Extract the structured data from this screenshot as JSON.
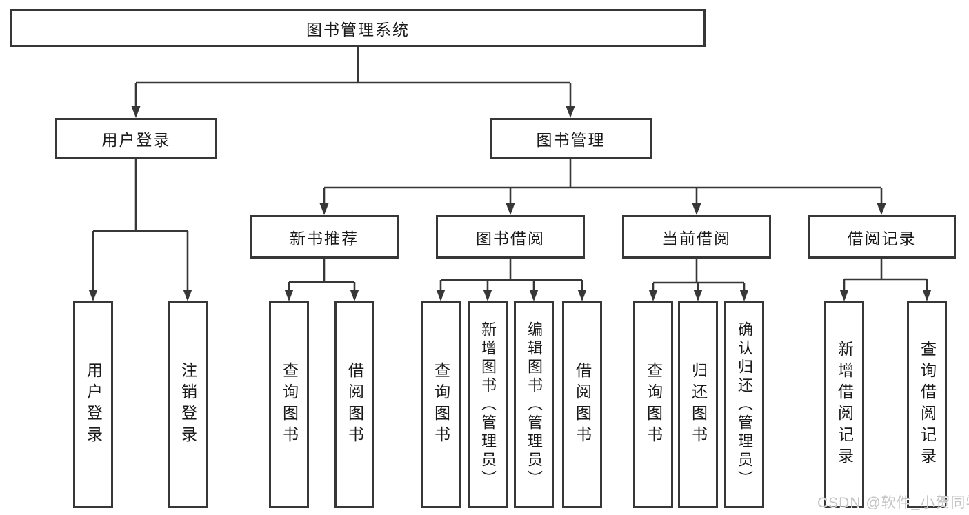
{
  "colors": {
    "background": "#ffffff",
    "line": "#373737",
    "box_border": "#373737",
    "text": "#1a1a1a",
    "watermark": "#c3c3c3"
  },
  "watermark": {
    "text": "CSDN @软件_小贺同学"
  },
  "tree": {
    "root": {
      "label": "图书管理系统"
    },
    "branches": [
      {
        "label": "用户登录",
        "children": [
          {
            "label": "用户登录"
          },
          {
            "label": "注销登录"
          }
        ]
      },
      {
        "label": "图书管理",
        "children": [
          {
            "label": "新书推荐",
            "children": [
              {
                "label": "查询图书"
              },
              {
                "label": "借阅图书"
              }
            ]
          },
          {
            "label": "图书借阅",
            "children": [
              {
                "label": "查询图书"
              },
              {
                "label": "新增图书（管理员）"
              },
              {
                "label": "编辑图书（管理员）"
              },
              {
                "label": "借阅图书"
              }
            ]
          },
          {
            "label": "当前借阅",
            "children": [
              {
                "label": "查询图书"
              },
              {
                "label": "归还图书"
              },
              {
                "label": "确认归还（管理员）"
              }
            ]
          },
          {
            "label": "借阅记录",
            "children": [
              {
                "label": "新增借阅记录"
              },
              {
                "label": "查询借阅记录"
              }
            ]
          }
        ]
      }
    ]
  }
}
